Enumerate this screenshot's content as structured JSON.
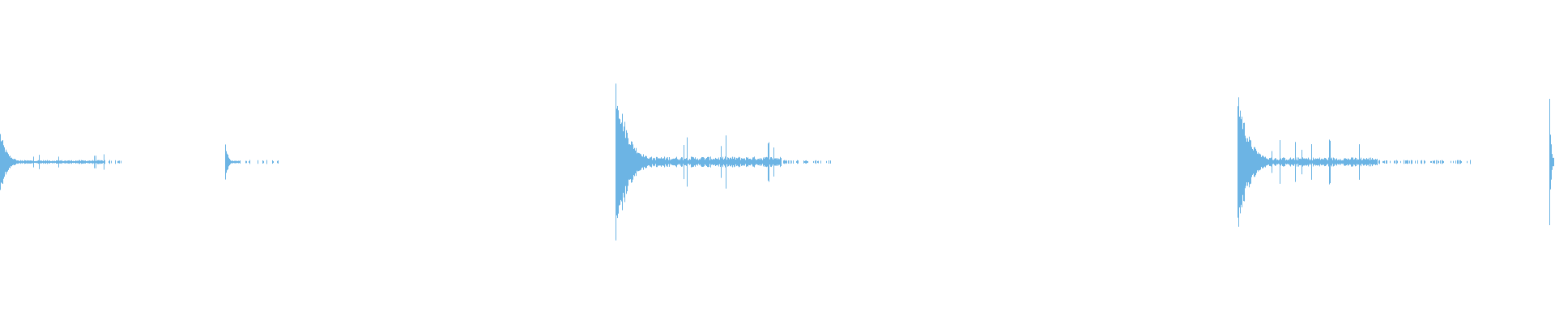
{
  "waveform": {
    "color": "#6cb4e4",
    "background": "#ffffff",
    "bursts": [
      {
        "onset": 0.0,
        "peak": 0.1,
        "decay": 0.012,
        "tail": 0.055,
        "sparse_tail": 0.012
      },
      {
        "onset": 0.145,
        "peak": 0.08,
        "decay": 0.004,
        "tail": 0.006,
        "sparse_tail": 0.025
      },
      {
        "onset": 0.396,
        "peak": 0.28,
        "decay": 0.022,
        "tail": 0.085,
        "sparse_tail": 0.033
      },
      {
        "onset": 0.796,
        "peak": 0.24,
        "decay": 0.02,
        "tail": 0.07,
        "sparse_tail": 0.06
      },
      {
        "onset": 0.9965,
        "peak": 0.26,
        "decay": 0.002,
        "tail": 0.001,
        "sparse_tail": 0.0
      }
    ]
  }
}
